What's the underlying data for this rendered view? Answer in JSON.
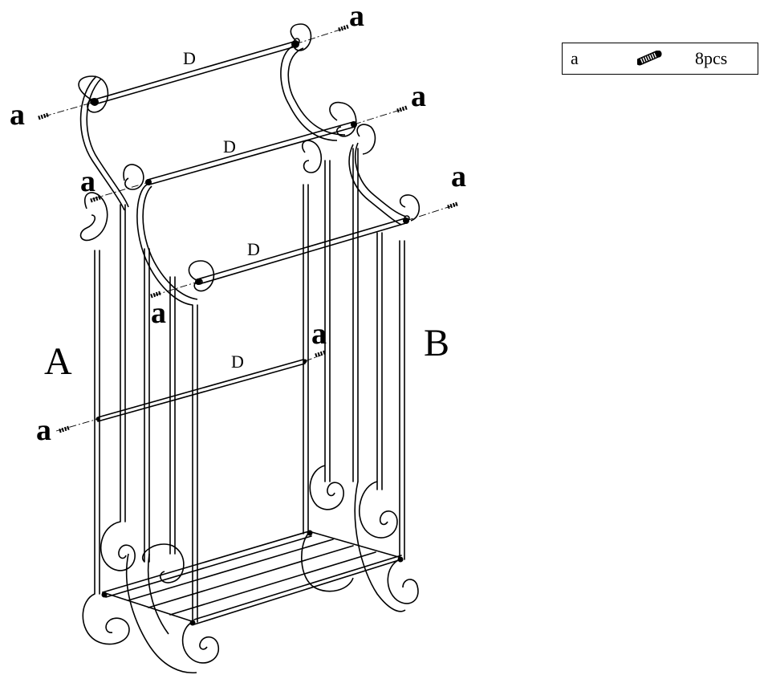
{
  "legend": {
    "letter": "a",
    "quantity": "8pcs",
    "icon": "screw-icon"
  },
  "labels": {
    "side_a": "A",
    "side_b": "B",
    "bar_d": "D",
    "screw_a": "a"
  }
}
